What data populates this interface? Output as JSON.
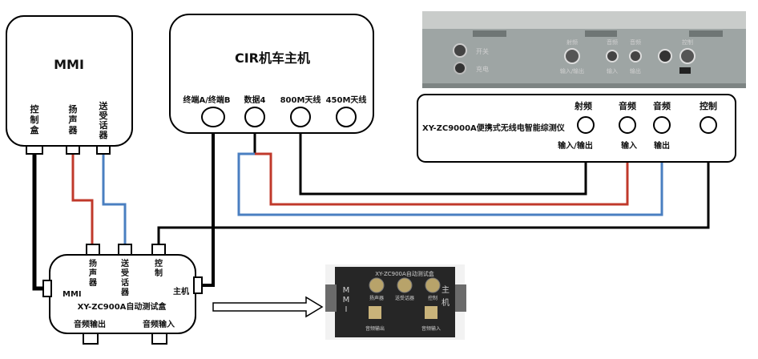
{
  "mmi": {
    "title": "MMI",
    "port_control": "控制盒",
    "port_speaker": "扬声器",
    "port_handset": "送受话器"
  },
  "cir": {
    "title": "CIR机车主机",
    "port_terminal": "终端A/终端B",
    "port_data": "数据4",
    "port_800": "800M天线",
    "port_450": "450M天线"
  },
  "tester": {
    "title": "XY-ZC9000A便携式无线电智能综测仪",
    "port_rf": "射频",
    "port_audio_in": "音频",
    "port_audio_out": "音频",
    "port_control": "控制",
    "label_rf_io": "输入/输出",
    "label_in": "输入",
    "label_out": "输出"
  },
  "tester_photo": {
    "switch": "开关",
    "charge": "充电",
    "rf": "射频",
    "audio1": "音频",
    "audio2": "音频",
    "control": "控制",
    "rf_io": "输入/输出",
    "in": "输入",
    "out": "输出"
  },
  "box": {
    "title": "XY-ZC900A自动测试盒",
    "port_speaker": "扬声器",
    "port_handset": "送受话器",
    "port_control": "控制",
    "label_mmi": "MMI",
    "label_host": "主机",
    "audio_out": "音频输出",
    "audio_in": "音频输入"
  },
  "box_photo": {
    "title": "XY-ZC900A自动测试盒",
    "speaker": "扬声器",
    "handset": "送受话器",
    "control": "控制",
    "audio_out": "音频输出",
    "audio_in": "音频输入",
    "side_left": "MMI",
    "side_right": "主机"
  },
  "colors": {
    "red_line": "#c0392b",
    "blue_line": "#4a7fc1",
    "black_line": "#000000"
  }
}
